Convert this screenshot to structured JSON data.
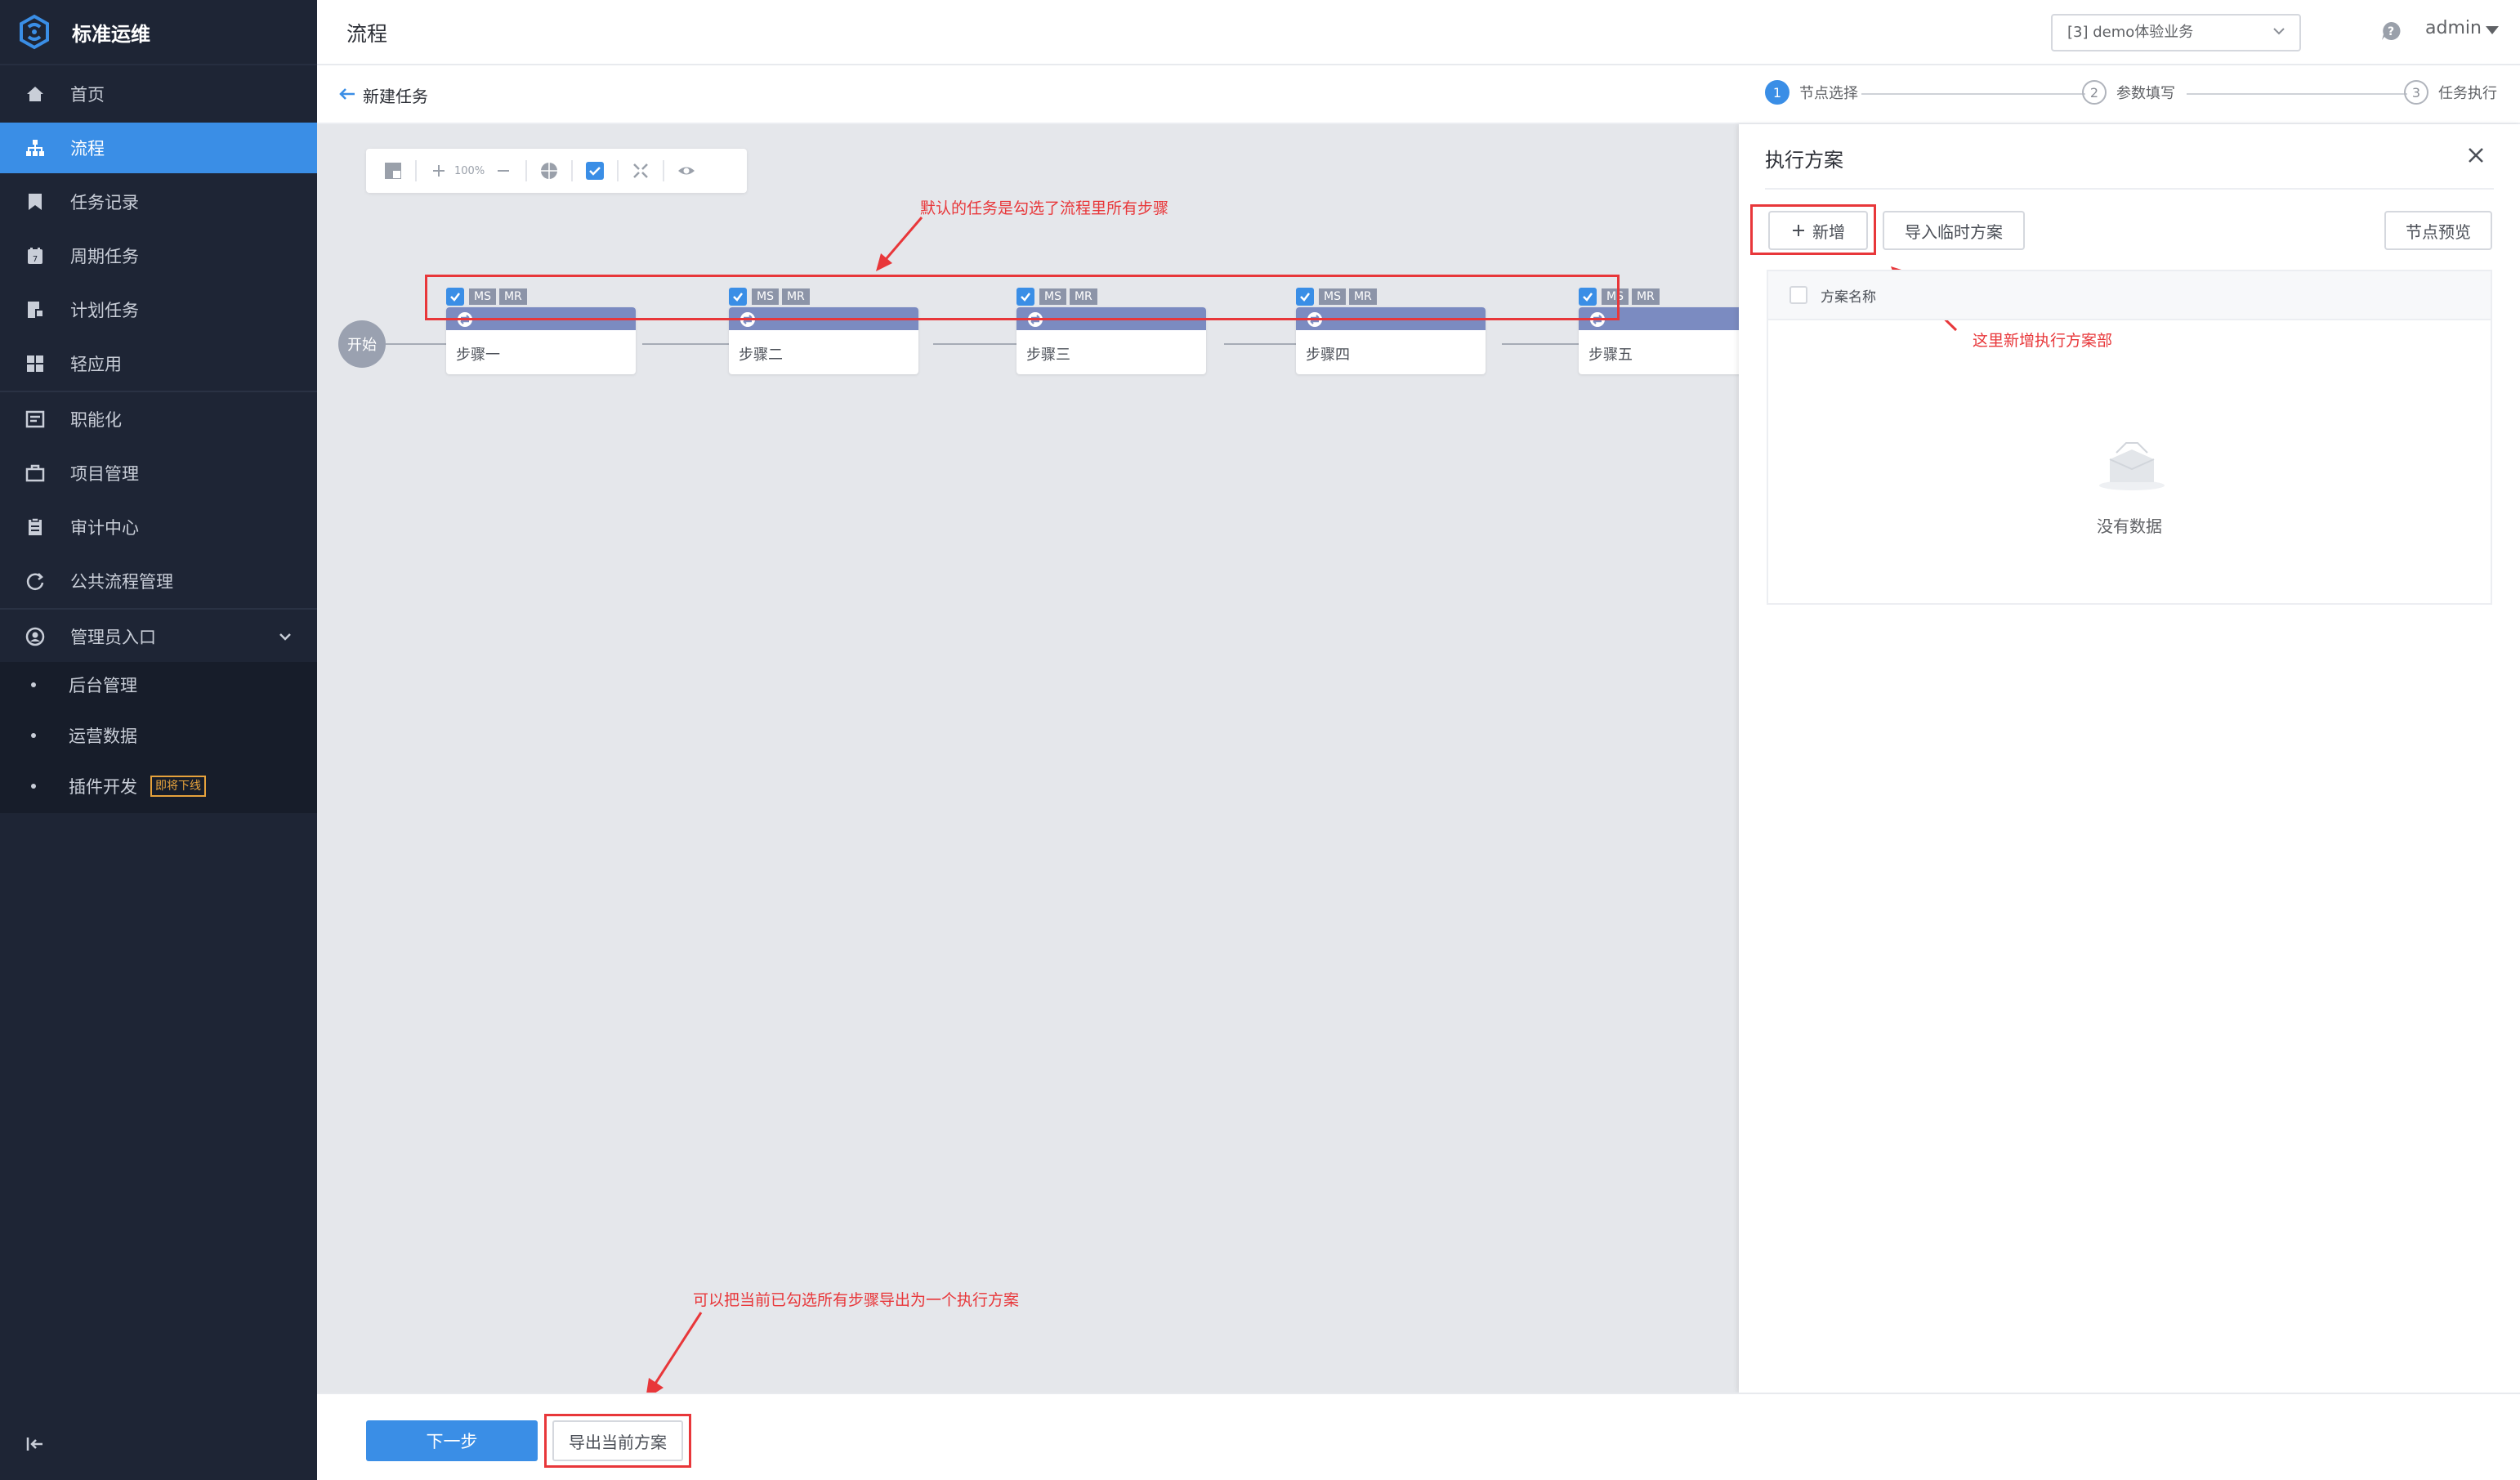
{
  "app": {
    "logo_text": "标准运维"
  },
  "sidebar": {
    "items": [
      {
        "label": "首页",
        "icon": "home-icon"
      },
      {
        "label": "流程",
        "icon": "sitemap-icon",
        "active": true
      },
      {
        "label": "任务记录",
        "icon": "bookmark-icon"
      },
      {
        "label": "周期任务",
        "icon": "calendar-icon"
      },
      {
        "label": "计划任务",
        "icon": "plan-icon"
      },
      {
        "label": "轻应用",
        "icon": "apps-icon"
      },
      {
        "label": "职能化",
        "icon": "function-icon"
      },
      {
        "label": "项目管理",
        "icon": "project-icon"
      },
      {
        "label": "审计中心",
        "icon": "audit-icon"
      },
      {
        "label": "公共流程管理",
        "icon": "refresh-icon"
      },
      {
        "label": "管理员入口",
        "icon": "admin-icon"
      }
    ],
    "sub_items": [
      {
        "label": "后台管理"
      },
      {
        "label": "运营数据"
      },
      {
        "label": "插件开发",
        "badge": "即将下线"
      }
    ]
  },
  "header": {
    "title": "流程",
    "business_select": "[3] demo体验业务",
    "user": "admin"
  },
  "subheader": {
    "back_label": "新建任务",
    "steps": [
      {
        "num": "1",
        "label": "节点选择",
        "active": true
      },
      {
        "num": "2",
        "label": "参数填写",
        "active": false
      },
      {
        "num": "3",
        "label": "任务执行",
        "active": false
      }
    ]
  },
  "canvas": {
    "zoom": "100%",
    "start_label": "开始",
    "tags": [
      "MS",
      "MR"
    ],
    "tasks": [
      {
        "label": "步骤一"
      },
      {
        "label": "步骤二"
      },
      {
        "label": "步骤三"
      },
      {
        "label": "步骤四"
      },
      {
        "label": "步骤五"
      }
    ],
    "note_top": "默认的任务是勾选了流程里所有步骤",
    "note_bottom": "可以把当前已勾选所有步骤导出为一个执行方案"
  },
  "panel": {
    "title": "执行方案",
    "add_label": "新增",
    "import_label": "导入临时方案",
    "preview_label": "节点预览",
    "column_name": "方案名称",
    "empty_text": "没有数据",
    "note": "这里新增执行方案部"
  },
  "footer": {
    "next_label": "下一步",
    "export_label": "导出当前方案"
  },
  "colors": {
    "accent": "#3a8ee6",
    "sidebar_bg": "#1e2535",
    "annotation": "#e8373a",
    "node_head": "#7b8bc1"
  }
}
